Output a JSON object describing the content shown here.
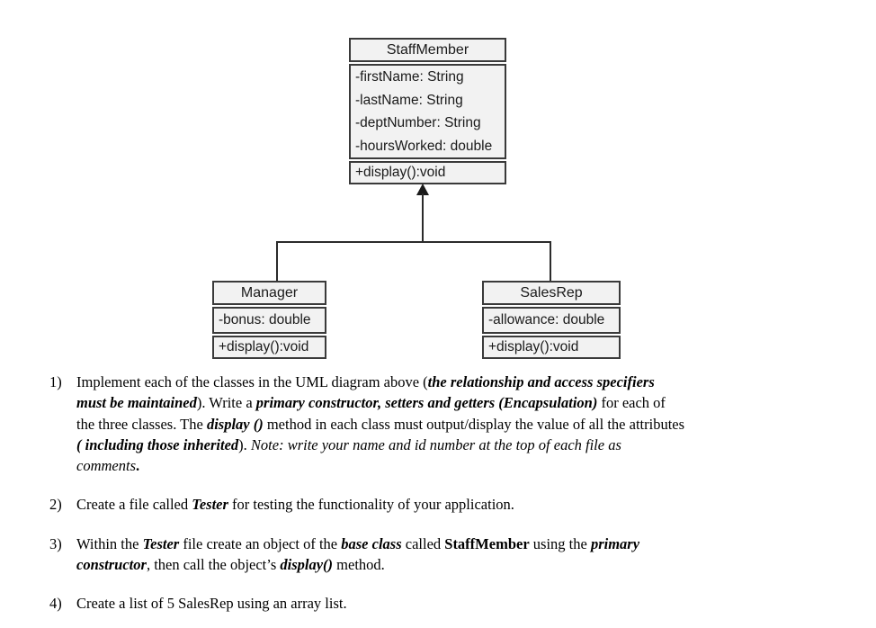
{
  "uml": {
    "staffMember": {
      "title": "StaffMember",
      "attributes": [
        "-firstName: String",
        "-lastName: String",
        "-deptNumber: String",
        "-hoursWorked: double"
      ],
      "methods": [
        "+display():void"
      ]
    },
    "manager": {
      "title": "Manager",
      "attributes": [
        "-bonus: double"
      ],
      "methods": [
        "+display():void"
      ]
    },
    "salesRep": {
      "title": "SalesRep",
      "attributes": [
        "-allowance: double"
      ],
      "methods": [
        "+display():void"
      ]
    },
    "relationship": "inheritance",
    "colors": {
      "box_fill": "#f2f2f2",
      "box_border": "#3a3a3a",
      "connector": "#2b2b2b",
      "text": "#000000",
      "background": "#ffffff"
    }
  },
  "instructions": {
    "items": [
      {
        "number": "1)",
        "runs": [
          {
            "text": "Implement each of the classes in the UML diagram above (",
            "style": "regular"
          },
          {
            "text": "the relationship and access specifiers\nmust be maintained",
            "style": "bolditalic"
          },
          {
            "text": "). Write a ",
            "style": "regular"
          },
          {
            "text": "primary constructor, setters and getters (Encapsulation)",
            "style": "bolditalic"
          },
          {
            "text": " for each of\nthe three classes. The ",
            "style": "regular"
          },
          {
            "text": "display ()",
            "style": "bolditalic"
          },
          {
            "text": " method in each class must output/display the value of all the attributes\n",
            "style": "regular"
          },
          {
            "text": "( including those inherited",
            "style": "bolditalic"
          },
          {
            "text": "). ",
            "style": "regular"
          },
          {
            "text": "Note: write your name and id number at the top of each file as\ncomments",
            "style": "italic"
          },
          {
            "text": ".",
            "style": "bold"
          }
        ]
      },
      {
        "number": "2)",
        "runs": [
          {
            "text": "Create a file called ",
            "style": "regular"
          },
          {
            "text": "Tester",
            "style": "bolditalic"
          },
          {
            "text": " for testing the functionality of your application.",
            "style": "regular"
          }
        ]
      },
      {
        "number": "3)",
        "runs": [
          {
            "text": "Within the ",
            "style": "regular"
          },
          {
            "text": "Tester",
            "style": "bolditalic"
          },
          {
            "text": " file create an object of the ",
            "style": "regular"
          },
          {
            "text": "base class",
            "style": "bolditalic"
          },
          {
            "text": " called ",
            "style": "regular"
          },
          {
            "text": "StaffMember",
            "style": "bold"
          },
          {
            "text": " using the ",
            "style": "regular"
          },
          {
            "text": "primary\nconstructor",
            "style": "bolditalic"
          },
          {
            "text": ", then call the object’s ",
            "style": "regular"
          },
          {
            "text": "display()",
            "style": "bolditalic"
          },
          {
            "text": " method.",
            "style": "regular"
          }
        ]
      },
      {
        "number": "4)",
        "runs": [
          {
            "text": "Create a list of 5 SalesRep using an array list.",
            "style": "regular"
          }
        ]
      }
    ]
  }
}
